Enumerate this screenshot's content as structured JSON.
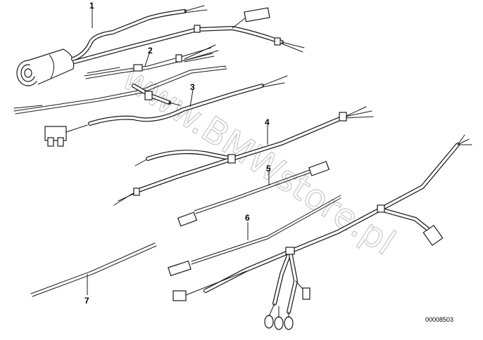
{
  "callouts": [
    "1",
    "2",
    "3",
    "4",
    "5",
    "6",
    "7"
  ],
  "watermark": "www.BMWstore.pl",
  "ref_number": "00008503"
}
